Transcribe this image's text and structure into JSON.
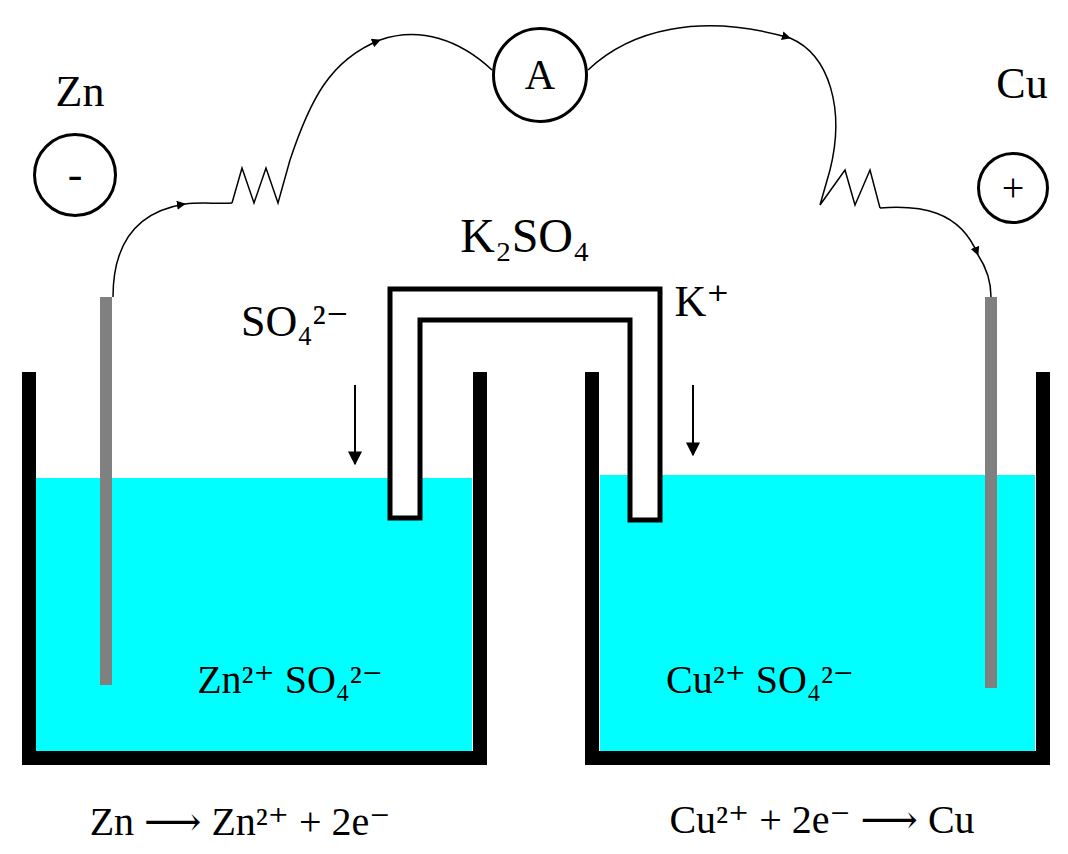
{
  "diagram": {
    "nodes": [
      {
        "text": [
          "-"
        ]
      },
      {
        "text": [
          "A"
        ]
      },
      {
        "text": [
          "+"
        ]
      },
      {
        "text": [
          "Zn²⁺ SO₄²⁻"
        ]
      },
      {
        "text": [
          "Cu²⁺ SO₄²⁻"
        ]
      }
    ],
    "labels": [
      "Zn",
      "Cu",
      "K₂SO₄",
      "SO₄²⁻",
      "K⁺",
      "Zn ⟶ Zn²⁺ + 2e⁻",
      "Cu²⁺ + 2e⁻ ⟶ Cu"
    ]
  }
}
